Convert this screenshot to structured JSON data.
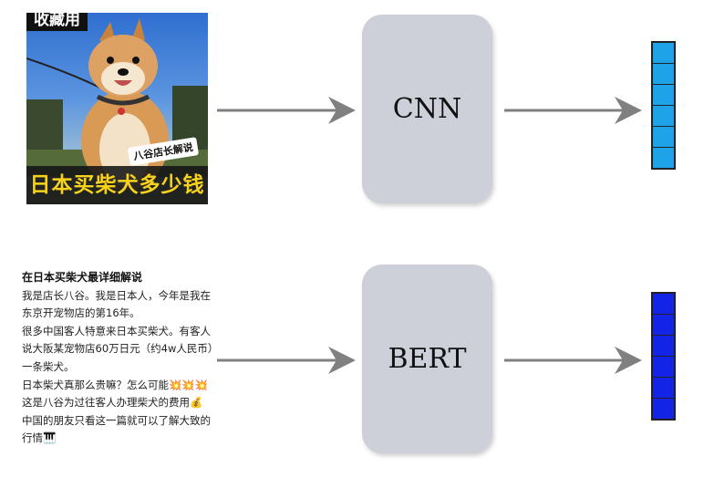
{
  "top_row": {
    "image": {
      "top_banner": "收藏用",
      "bottom_caption": "日本买柴犬多少钱",
      "tag": "八谷店长解说"
    },
    "model_label": "CNN",
    "vector_color": "#1fa3e8"
  },
  "bottom_row": {
    "post": {
      "title": "在日本买柴犬最详细解说",
      "paragraphs": [
        "我是店长八谷。我是日本人，今年是我在东京开宠物店的第16年。",
        "很多中国客人特意来日本买柴犬。有客人说大阪某宠物店60万日元（约4w人民币）一条柴犬。",
        "日本柴犬真那么贵嘛？怎么可能💥💥💥",
        "这是八谷为过往客人办理柴犬的费用💰",
        "中国的朋友只看这一篇就可以了解大致的行情🎹"
      ]
    },
    "model_label": "BERT",
    "vector_color": "#1424e6"
  },
  "arrow_color": "#808080"
}
